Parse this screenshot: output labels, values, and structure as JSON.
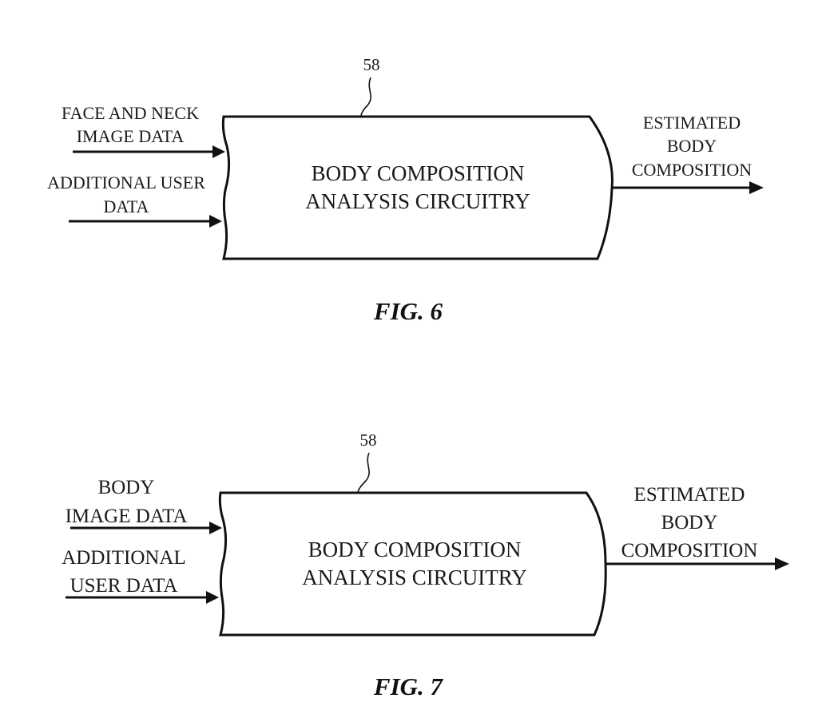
{
  "figures": [
    {
      "id": "fig6",
      "caption": "FIG. 6",
      "reference_numeral": "58",
      "block_label": [
        "BODY COMPOSITION",
        "ANALYSIS CIRCUITRY"
      ],
      "inputs": [
        {
          "lines": [
            "FACE AND NECK",
            "IMAGE DATA"
          ]
        },
        {
          "lines": [
            "ADDITIONAL USER",
            "DATA"
          ]
        }
      ],
      "output": {
        "lines": [
          "ESTIMATED",
          "BODY",
          "COMPOSITION"
        ]
      }
    },
    {
      "id": "fig7",
      "caption": "FIG. 7",
      "reference_numeral": "58",
      "block_label": [
        "BODY COMPOSITION",
        "ANALYSIS CIRCUITRY"
      ],
      "inputs": [
        {
          "lines": [
            "BODY",
            "IMAGE DATA"
          ]
        },
        {
          "lines": [
            "ADDITIONAL",
            "USER DATA"
          ]
        }
      ],
      "output": {
        "lines": [
          "ESTIMATED",
          "BODY",
          "COMPOSITION"
        ]
      }
    }
  ]
}
